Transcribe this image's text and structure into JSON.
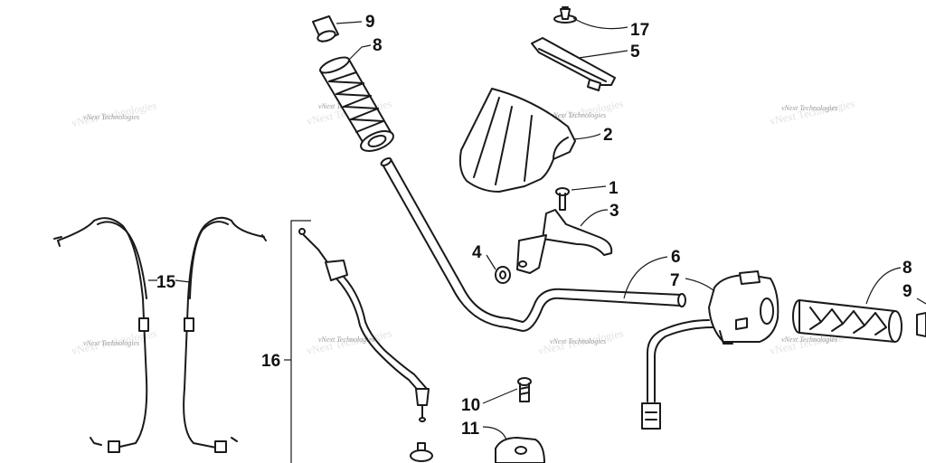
{
  "diagram": {
    "callouts": {
      "c1": "1",
      "c2": "2",
      "c3": "3",
      "c4": "4",
      "c5": "5",
      "c6": "6",
      "c7": "7",
      "c8_left": "8",
      "c8_right": "8",
      "c9_left": "9",
      "c9_right": "9",
      "c10": "10",
      "c11": "11",
      "c15": "15",
      "c16": "16",
      "c17": "17"
    },
    "watermark": "vNext Technologies",
    "colors": {
      "line": "#1a1a1a",
      "watermark": "#9a9a9a",
      "background": "#ffffff"
    }
  }
}
